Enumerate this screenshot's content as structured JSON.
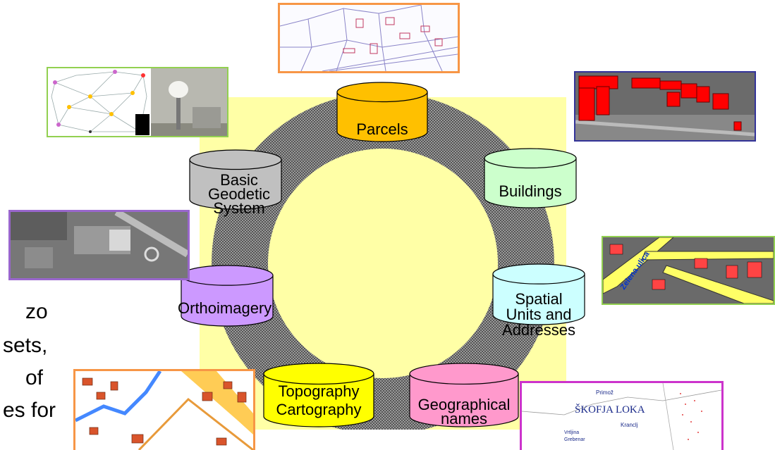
{
  "diagram": {
    "nodes": [
      {
        "id": "parcels",
        "label": "Parcels",
        "color": "#ffc000"
      },
      {
        "id": "buildings",
        "label": "Buildings",
        "color": "#ccffcc"
      },
      {
        "id": "spatial",
        "label": "Spatial\nUnits and\nAddresses",
        "color": "#ccffff"
      },
      {
        "id": "geonames",
        "label": "Geographical\nnames",
        "color": "#ff99cc"
      },
      {
        "id": "topo",
        "label": "Topography\nCartography",
        "color": "#ffff00"
      },
      {
        "id": "ortho",
        "label": "Orthoimagery",
        "color": "#cc99ff"
      },
      {
        "id": "geodetic",
        "label": "Basic\nGeodetic\nSystem",
        "color": "#c0c0c0"
      }
    ],
    "thumbnails": [
      {
        "id": "parcels-map",
        "border": "#f79646"
      },
      {
        "id": "buildings-ortho",
        "border": "#333399"
      },
      {
        "id": "geodetic-network",
        "border": "#92d050"
      },
      {
        "id": "ortho-photo",
        "border": "#9966cc"
      },
      {
        "id": "addresses-map",
        "border": "#92d050",
        "text": "Zelena ulica"
      },
      {
        "id": "topo-map",
        "border": "#f79646"
      },
      {
        "id": "names-map",
        "border": "#cc33cc",
        "text": [
          "ŠKOFJA LOKA",
          "Primož",
          "Kranclj",
          "Grebenar",
          "Vrtljina"
        ]
      }
    ]
  },
  "side_text": [
    "zo",
    "sets,",
    "of",
    "es for"
  ]
}
